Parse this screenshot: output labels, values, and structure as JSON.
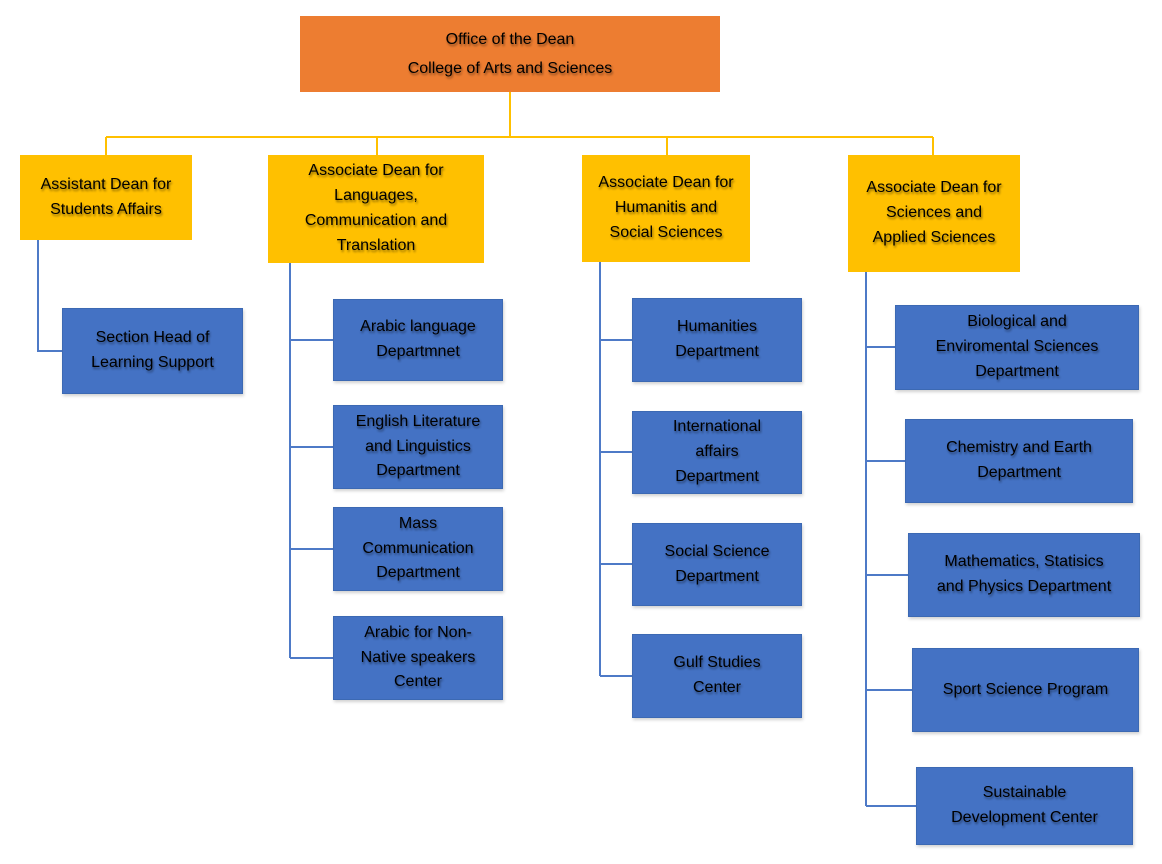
{
  "title": "Organizational chart — Office of the Dean, College of Arts and Sciences",
  "colors": {
    "root_fill": "#ED7D31",
    "dean_fill": "#FFC000",
    "department_fill": "#4472C4",
    "top_connector": "#FFC000",
    "branch_connector": "#4E7AC7",
    "text": "#000000",
    "background": "#FFFFFF"
  },
  "root": {
    "line1": "Office of the Dean",
    "line2": "College of Arts and Sciences"
  },
  "branches": [
    {
      "label": "Assistant Dean for\nStudents Affairs",
      "children": [
        "Section Head of\nLearning Support"
      ]
    },
    {
      "label": "Associate Dean for\nLanguages,\nCommunication and\nTranslation",
      "children": [
        "Arabic language\nDepartmnet",
        "English Literature\nand Linguistics\nDepartment",
        "Mass\nCommunication\nDepartment",
        "Arabic for Non-\nNative speakers\nCenter"
      ]
    },
    {
      "label": "Associate Dean for\nHumanitis and\nSocial Sciences",
      "children": [
        "Humanities\nDepartment",
        "International\naffairs\nDepartment",
        "Social Science\nDepartment",
        "Gulf Studies\nCenter"
      ]
    },
    {
      "label": "Associate Dean for\nSciences and\nApplied Sciences",
      "children": [
        "Biological and\nEnviromental Sciences\nDepartment",
        "Chemistry and Earth\nDepartment",
        "Mathematics, Statisics\nand Physics Department",
        "Sport Science Program",
        "Sustainable\nDevelopment Center"
      ]
    }
  ]
}
